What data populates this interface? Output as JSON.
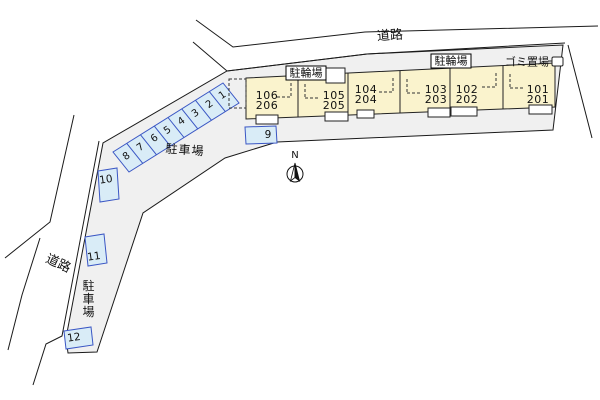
{
  "roads": {
    "top": "道路",
    "left": "道路"
  },
  "parking_lot": {
    "label_upper": "駐車場",
    "label_left": "駐車場",
    "stalls": [
      "1",
      "2",
      "3",
      "4",
      "5",
      "6",
      "7",
      "8"
    ],
    "spaces": [
      "9",
      "10",
      "11",
      "12"
    ]
  },
  "building": {
    "units": [
      {
        "upper": "106",
        "lower": "206"
      },
      {
        "upper": "105",
        "lower": "205"
      },
      {
        "upper": "104",
        "lower": "204"
      },
      {
        "upper": "103",
        "lower": "203"
      },
      {
        "upper": "102",
        "lower": "202"
      },
      {
        "upper": "101",
        "lower": "201"
      }
    ],
    "bicycle_left": "駐輪場",
    "bicycle_right": "駐輪場",
    "garbage": "ゴミ置場"
  },
  "compass": {
    "north": "N"
  },
  "colors": {
    "site_fill": "#f0f0f0",
    "building_fill": "#faf3cd",
    "stall_fill": "#d9ecf7",
    "stall_stroke": "#3a56c4",
    "line": "#1a1a1a"
  }
}
